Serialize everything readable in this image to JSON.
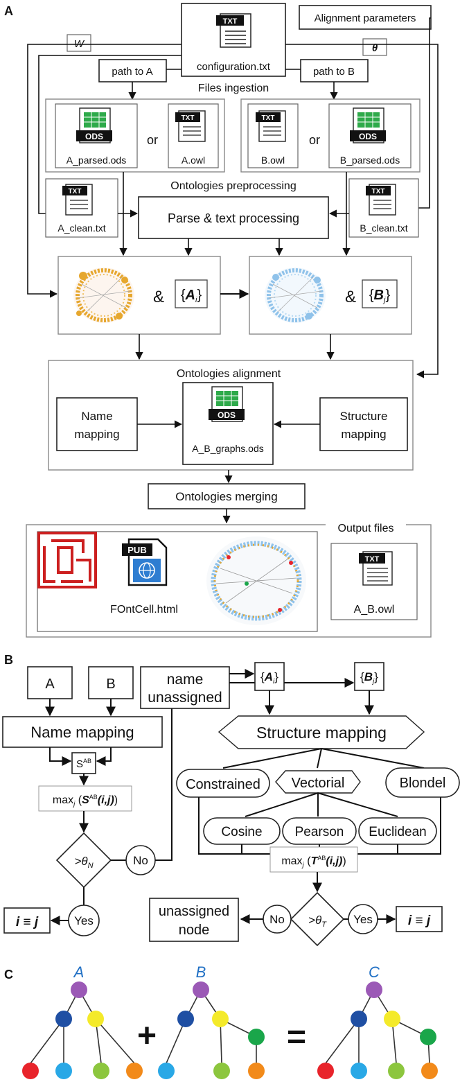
{
  "panel_a": {
    "label": "A",
    "config_file": "configuration.txt",
    "alignment_params": "Alignment parameters",
    "w_label": "W",
    "theta_label": "θ",
    "path_a": "path to A",
    "path_b": "path to B",
    "ingestion_title": "Files ingestion",
    "a_parsed": "A_parsed.ods",
    "a_owl": "A.owl",
    "b_owl": "B.owl",
    "b_parsed": "B_parsed.ods",
    "or_text": "or",
    "preprocessing_title": "Ontologies preprocessing",
    "a_clean": "A_clean.txt",
    "b_clean": "B_clean.txt",
    "parse_box": "Parse & text processing",
    "amp": "&",
    "set_a_letter": "A",
    "set_a_sub": "i",
    "set_b_letter": "B",
    "set_b_sub": "j",
    "alignment_title": "Ontologies alignment",
    "name_mapping_l1": "Name",
    "name_mapping_l2": "mapping",
    "graphs_file": "A_B_graphs.ods",
    "structure_mapping_l1": "Structure",
    "structure_mapping_l2": "mapping",
    "merging_box": "Ontologies merging",
    "output_title": "Output files",
    "fontcell": "FOntCell.html",
    "ab_owl": "A_B.owl",
    "txt_badge": "TXT",
    "ods_badge": "ODS",
    "pub_badge": "PUB"
  },
  "panel_b": {
    "label": "B",
    "node_a": "A",
    "node_b": "B",
    "name_mapping": "Name mapping",
    "s_ab": "S",
    "s_ab_sup": "AB",
    "max_prefix": "max",
    "max_sub": "j",
    "max_s_letter": "S",
    "max_t_letter": "T",
    "max_args": "(i,j)",
    "theta_n": ">θ",
    "theta_n_sub": "N",
    "theta_t": ">θ",
    "theta_t_sub": "T",
    "no": "No",
    "yes": "Yes",
    "equiv": "i ≡ j",
    "name_unassigned_l1": "name",
    "name_unassigned_l2": "unassigned",
    "structure_mapping": "Structure mapping",
    "constrained": "Constrained",
    "vectorial": "Vectorial",
    "blondel": "Blondel",
    "cosine": "Cosine",
    "pearson": "Pearson",
    "euclidean": "Euclidean",
    "unassigned_l1": "unassigned",
    "unassigned_l2": "node"
  },
  "panel_c": {
    "label": "C",
    "tree_a": "A",
    "tree_b": "B",
    "tree_c": "C",
    "plus": "+",
    "equals": "=",
    "colors": {
      "root": "#9b59b6",
      "blue": "#1f4fa3",
      "yellow": "#f4ea2a",
      "green": "#1aa64a",
      "red": "#e8242b",
      "cyan": "#29a8e6",
      "lime": "#8cc63e",
      "orange": "#f28a1a",
      "title": "#1f6fc4"
    }
  }
}
